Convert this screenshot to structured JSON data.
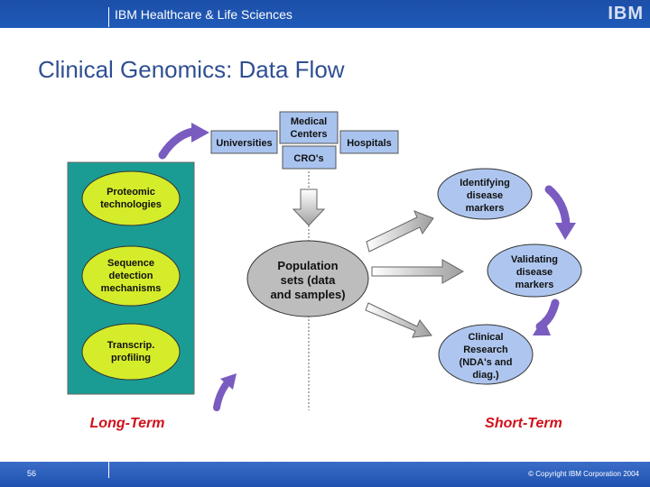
{
  "header": {
    "text": "IBM Healthcare & Life Sciences",
    "logo": "IBM"
  },
  "title": "Clinical Genomics:  Data Flow",
  "sources": {
    "universities": "Universities",
    "medical_centers": [
      "Medical",
      "Centers"
    ],
    "hospitals": "Hospitals",
    "cros": "CRO's"
  },
  "long_term": {
    "items": [
      [
        "Proteomic",
        "technologies"
      ],
      [
        "Sequence",
        "detection",
        "mechanisms"
      ],
      [
        "Transcrip.",
        "profiling"
      ]
    ],
    "label": "Long-Term"
  },
  "population": [
    "Population",
    "sets (data",
    "and samples)"
  ],
  "short_term": {
    "items": [
      [
        "Identifying",
        "disease",
        "markers"
      ],
      [
        "Validating",
        "disease",
        "markers"
      ],
      [
        "Clinical",
        "Research",
        "(NDA's and",
        "diag.)"
      ]
    ],
    "label": "Short-Term"
  },
  "footer": {
    "page": "56",
    "copyright": "© Copyright IBM Corporation 2004"
  },
  "colors": {
    "brand_blue": "#1e5ab8",
    "panel_teal": "#1a9c94",
    "oval_yellow": "#d4ec2a",
    "oval_blue": "#aec6ef",
    "oval_gray": "#bdbdbd",
    "label_red": "#d0101a",
    "box_blue": "#a9c3ef"
  }
}
